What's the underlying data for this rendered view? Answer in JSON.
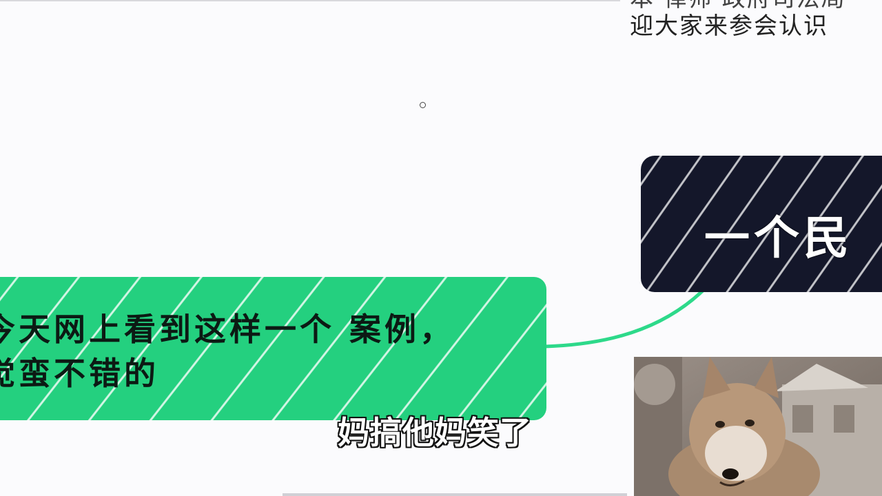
{
  "top_text": {
    "line1": "本 律师 政府司法局",
    "line2": "迎大家来参会认识"
  },
  "dark_node": {
    "text": "一个民",
    "color": "#14172a"
  },
  "green_node": {
    "line1": "今天网上看到这样一个 案例，",
    "line2": "觉蛮不错的",
    "color": "#24d07f"
  },
  "subtitle": {
    "text": "妈搞他妈笑了"
  },
  "photo": {
    "subject": "shiba-dog-meme-image"
  },
  "connector_color": "#2dd98a"
}
